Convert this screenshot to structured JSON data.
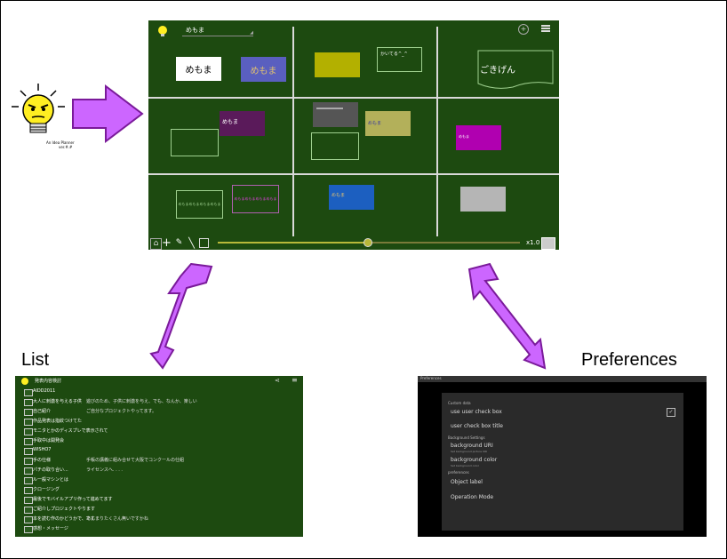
{
  "labels": {
    "list": "List",
    "preferences": "Preferences"
  },
  "mascot": {
    "caption_line1": "An Idea Planner",
    "caption_line2": "ver.#.#"
  },
  "board": {
    "dropdown_value": "めもま",
    "zoom": "x1.0",
    "notes": [
      {
        "text": "めもま",
        "bg": "#ffffff",
        "fg": "#000000"
      },
      {
        "text": "めもま",
        "bg": "#5a5fbf",
        "fg": "#e0c070"
      },
      {
        "text": "",
        "bg": "#b3b000",
        "fg": "#000000"
      },
      {
        "text": "かいてる^_^",
        "bg": "transparent",
        "fg": "#ffffff"
      },
      {
        "text": "ごきげん",
        "bg": "transparent",
        "fg": "#ffffff"
      },
      {
        "text": "めもま",
        "bg": "#5a1a5a",
        "fg": "#ffffff"
      },
      {
        "text": "めもま",
        "bg": "#b3b05a",
        "fg": "#3a3aa0"
      },
      {
        "text": "めもま",
        "bg": "#b000b0",
        "fg": "#ffffff"
      },
      {
        "text": "めもまめもまめもまめもま",
        "bg": "transparent",
        "fg": "#9fd08f"
      },
      {
        "text": "めもまめもまめもまめもま",
        "bg": "transparent",
        "fg": "#e040e0"
      },
      {
        "text": "めもま",
        "bg": "#1c5fc0",
        "fg": "#e0c070"
      }
    ]
  },
  "list": {
    "title": "発表内容検討",
    "rows": [
      {
        "t1": "AIDD2011",
        "t2": ""
      },
      {
        "t1": "大人に刺激を与える子供",
        "t2": "遊びのため、子供に刺激を与え、でも、なんか、楽しい"
      },
      {
        "t1": "自己紹介",
        "t2": "ご自分なプロジェクトやってます。"
      },
      {
        "t1": "作品発表は指紋つけてた",
        "t2": ""
      },
      {
        "t1": "モニタとかのディスプレで表示されて",
        "t2": ""
      },
      {
        "t1": "手取中は開発会",
        "t2": ""
      },
      {
        "t1": "WISHO7",
        "t2": ""
      },
      {
        "t1": "手の仕様",
        "t2": "手帳の講義に組み合せて大阪でコンクールの仕組"
      },
      {
        "t1": "パチの取り合い...",
        "t2": "ライセンスへ.  .  .  ."
      },
      {
        "t1": "ル一般マシンとは",
        "t2": ""
      },
      {
        "t1": "クロージング",
        "t2": ""
      },
      {
        "t1": "最後でモバイルアプリ作って進めてます",
        "t2": ""
      },
      {
        "t1": "ご紹介しプロジェクトやります",
        "t2": ""
      },
      {
        "t1": "本を読む作のかどうかで、です",
        "t2": "あんまりたくさん無いですかね"
      },
      {
        "t1": "感想・メッセージ",
        "t2": ""
      }
    ]
  },
  "prefs": {
    "window_title": "Preferences",
    "section_custom": "Custom data",
    "use_user_check_box": "use user check box",
    "user_check_box_title": "user check box title",
    "section_background": "Background Settings",
    "background_uri": "background URI",
    "background_uri_sub": "Set background picture URI",
    "background_color": "background color",
    "background_color_sub": "Set background color",
    "section_preferences": "preferences",
    "object_label": "Object label",
    "operation_mode": "Operation Mode"
  }
}
